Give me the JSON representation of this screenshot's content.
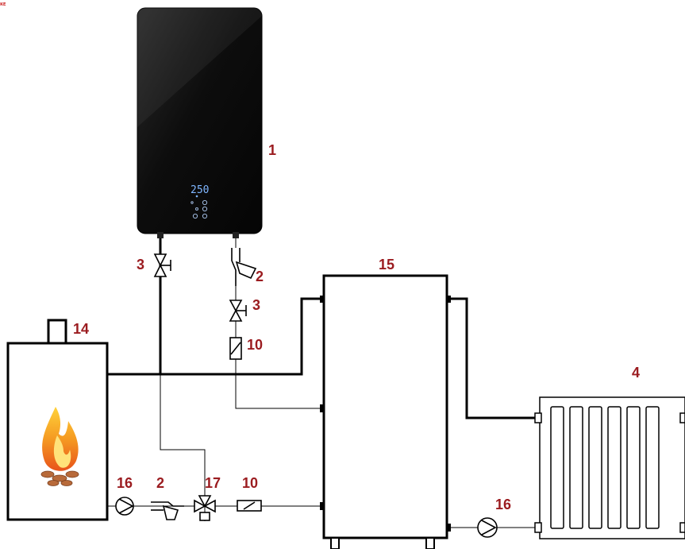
{
  "corner_mark": "ᴋᴇ",
  "heater_display": "250",
  "colors": {
    "label": "#9b1c20",
    "pipe": "#000000",
    "heater_body": "#0c0c0c",
    "display_glow": "#7fb6ff",
    "flame_outer": "#f08a1e",
    "flame_inner": "#ffd23a",
    "logs": "#b86a3a"
  },
  "components": {
    "electric_heater": "1",
    "strainer_top": "2",
    "ball_valve_left": "3",
    "ball_valve_right": "3",
    "radiator": "4",
    "check_valve_top": "10",
    "solid_fuel_boiler": "14",
    "buffer_tank": "15",
    "pump_left": "16",
    "strainer_bottom": "2",
    "three_way_valve": "17",
    "check_valve_bottom": "10",
    "pump_right": "16"
  },
  "icons": {
    "pump": "circulation-pump-icon",
    "valve": "ball-valve-icon",
    "strainer": "y-strainer-icon",
    "check_valve": "check-valve-icon",
    "three_way": "three-way-valve-icon",
    "fire": "flame-icon"
  }
}
